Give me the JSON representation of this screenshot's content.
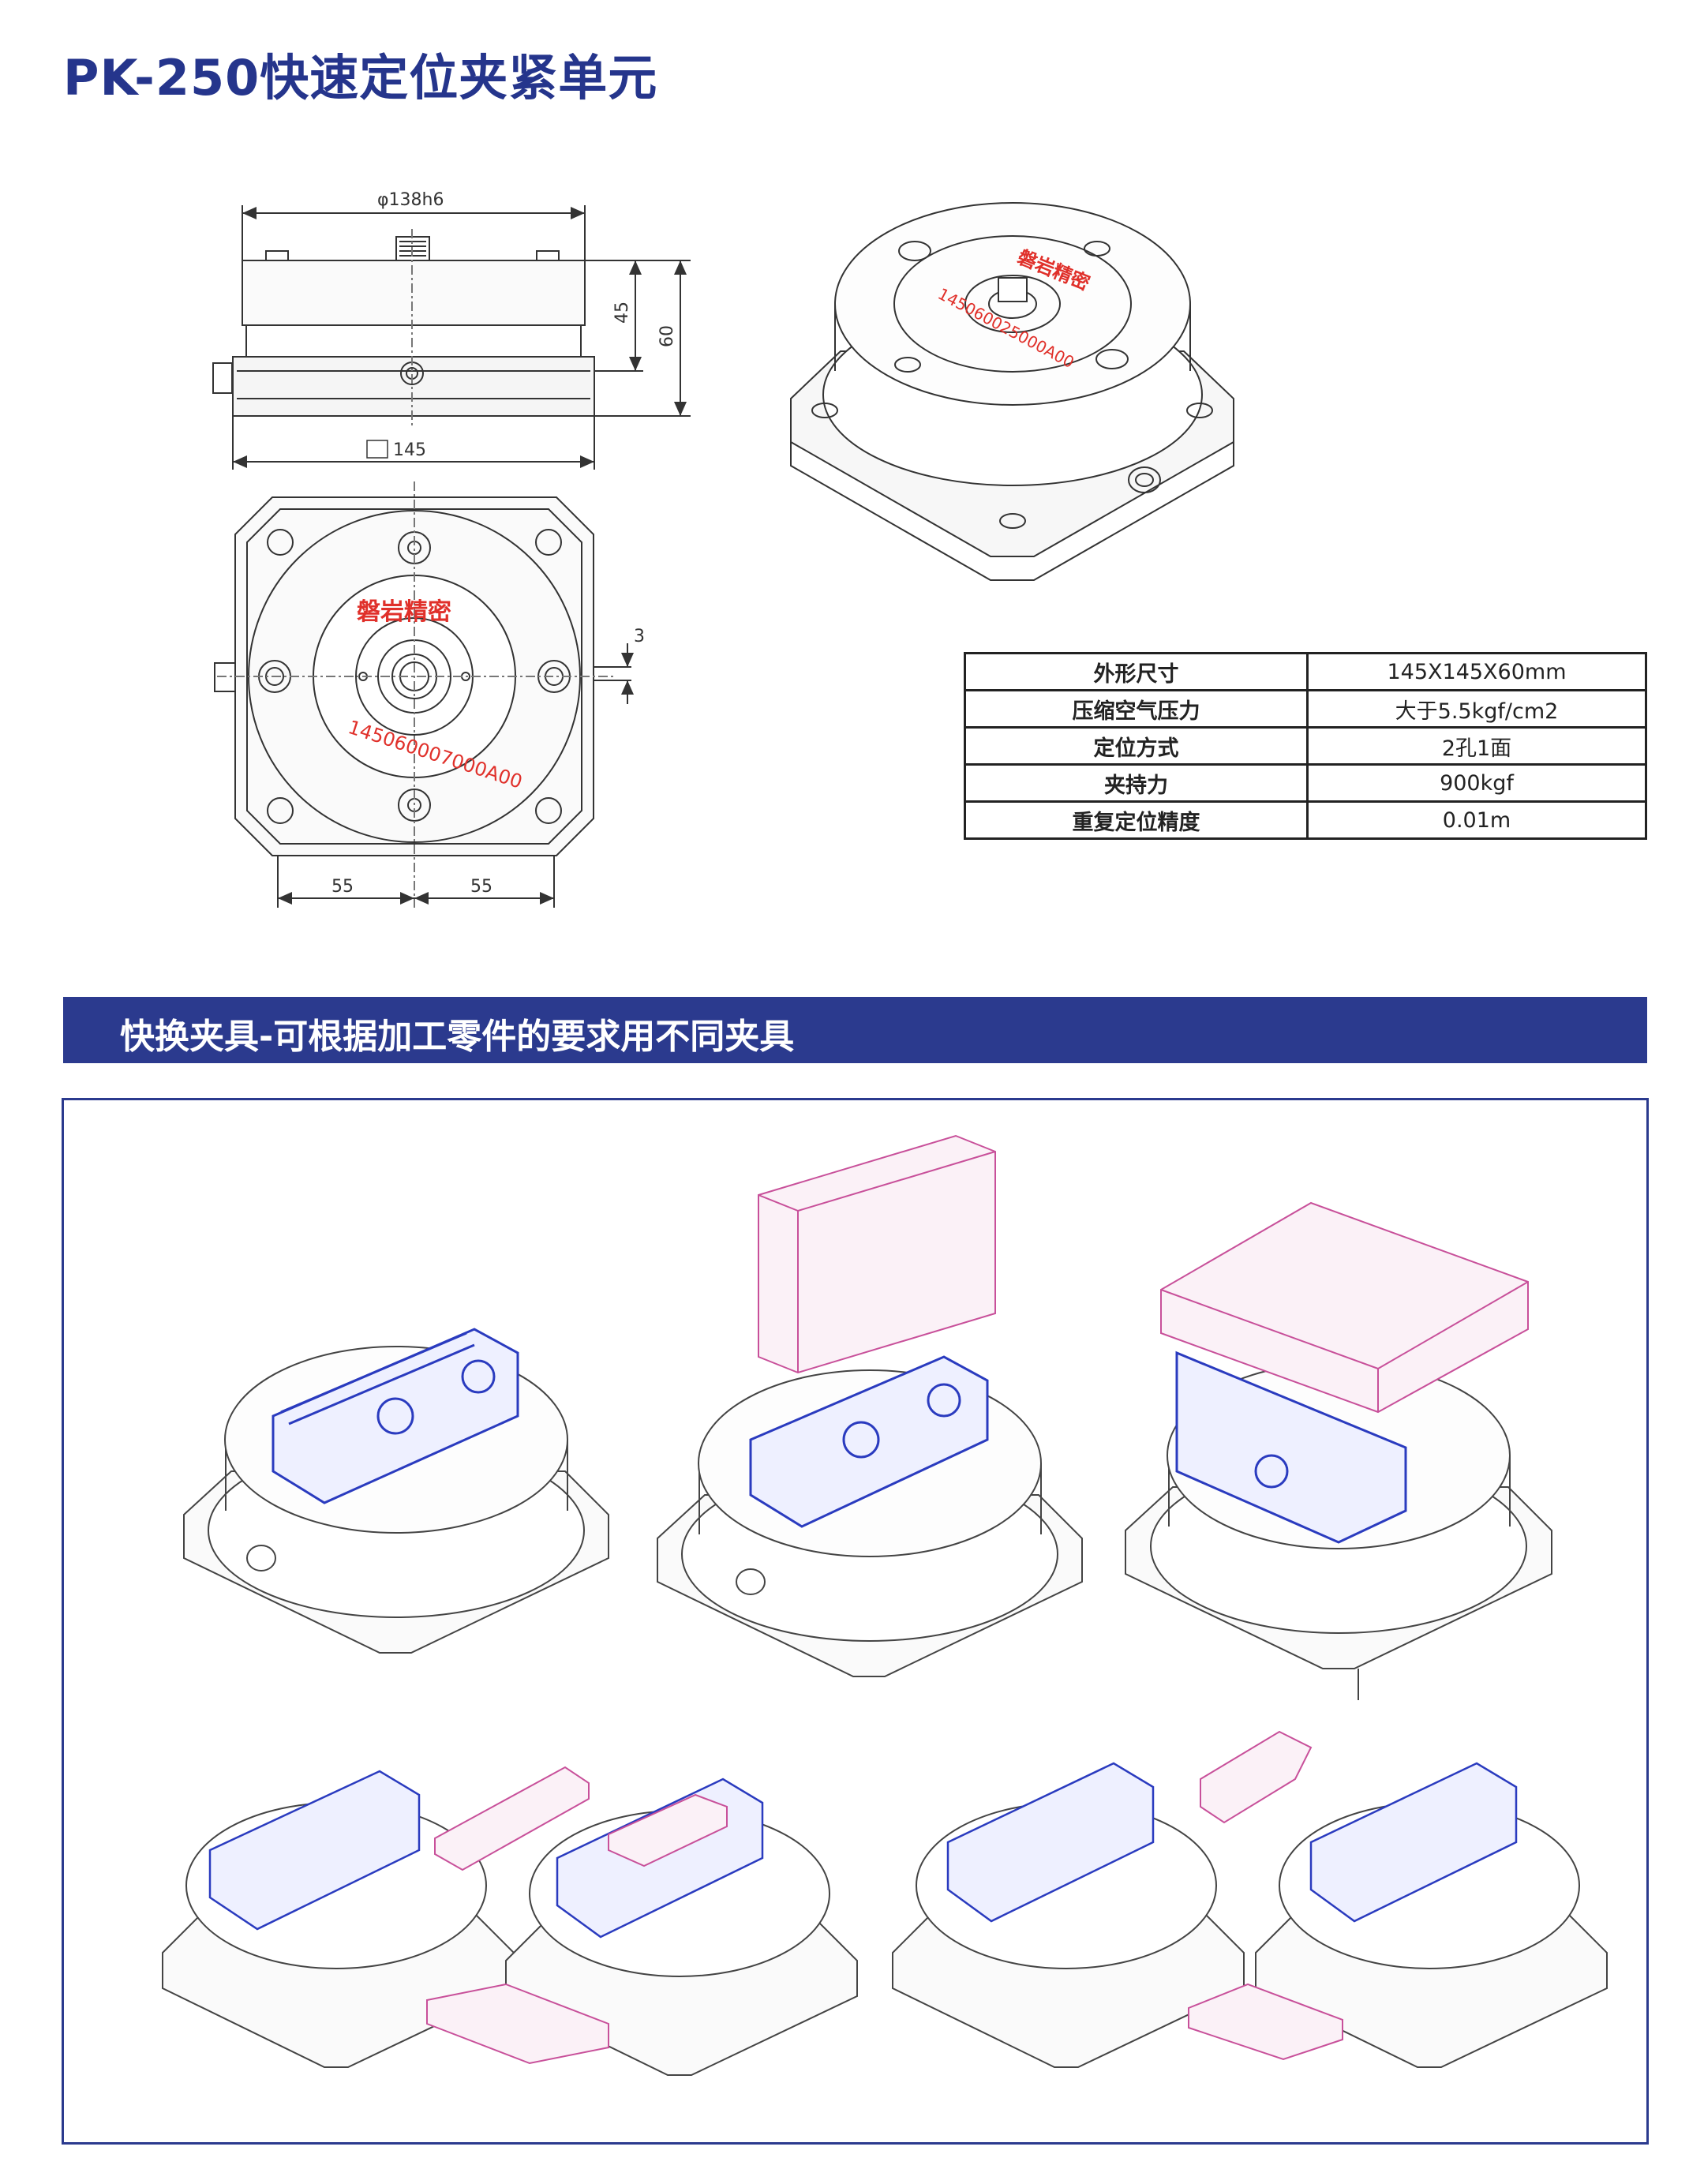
{
  "page": {
    "title": "PK-250快速定位夹紧单元"
  },
  "drawing": {
    "dim_diameter": "φ138h6",
    "dim_width": "145",
    "dim_height_inner": "45",
    "dim_height_total": "60",
    "dim_offset": "3",
    "dim_left": "55",
    "dim_right": "55",
    "stamp_brand": "磐岩精密",
    "stamp_serial_top": "145060007000A00",
    "stamp_serial_iso": "145060025000A00"
  },
  "specs": {
    "rows": [
      {
        "label": "外形尺寸",
        "value": "145X145X60mm"
      },
      {
        "label": "压缩空气压力",
        "value": "大于5.5kgf/cm2"
      },
      {
        "label": "定位方式",
        "value": "2孔1面"
      },
      {
        "label": "夹持力",
        "value": "900kgf"
      },
      {
        "label": "重复定位精度",
        "value": "0.01m"
      }
    ]
  },
  "banner": {
    "title": "快换夹具-可根据加工零件的要求用不同夹具"
  },
  "colors": {
    "brand": "#25358c",
    "banner": "#2b3a8e",
    "fixture": "#2a3bbf",
    "workpiece": "#c8509a",
    "stamp": "#e0302a"
  }
}
